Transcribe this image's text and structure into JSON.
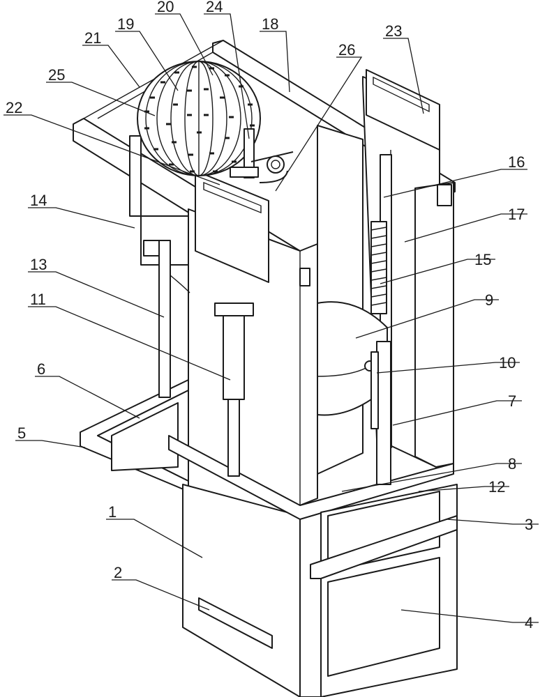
{
  "labels": [
    "1",
    "2",
    "3",
    "4",
    "5",
    "6",
    "7",
    "8",
    "9",
    "10",
    "11",
    "12",
    "13",
    "14",
    "15",
    "16",
    "17",
    "18",
    "19",
    "20",
    "21",
    "22",
    "23",
    "24",
    "25",
    "26"
  ],
  "colors": {
    "line": "#1a1a1a",
    "background": "#ffffff"
  }
}
